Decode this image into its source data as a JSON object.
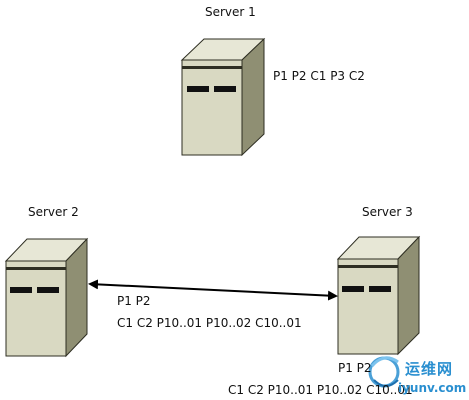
{
  "diagram": {
    "servers": [
      {
        "id": "server1",
        "label": "Server 1",
        "queue": "P1 P2 C1 P3 C2"
      },
      {
        "id": "server2",
        "label": "Server 2"
      },
      {
        "id": "server3",
        "label": "Server 3",
        "queue_line1": "P1 P2",
        "queue_line2": "C1 C2 P10..01 P10..02 C10..01"
      }
    ],
    "link": {
      "line1": "P1 P2",
      "line2": "C1 C2 P10..01 P10..02 C10..01"
    }
  },
  "watermark": {
    "brand": "运维网",
    "url": "iyunv.com"
  },
  "colors": {
    "case_front": "#d9d9c2",
    "case_top": "#e7e7d6",
    "case_side": "#8f8f73",
    "case_outline": "#2e2e22",
    "bay": "#111111",
    "arrow": "#000000",
    "watermark": "#2a8fd0"
  }
}
